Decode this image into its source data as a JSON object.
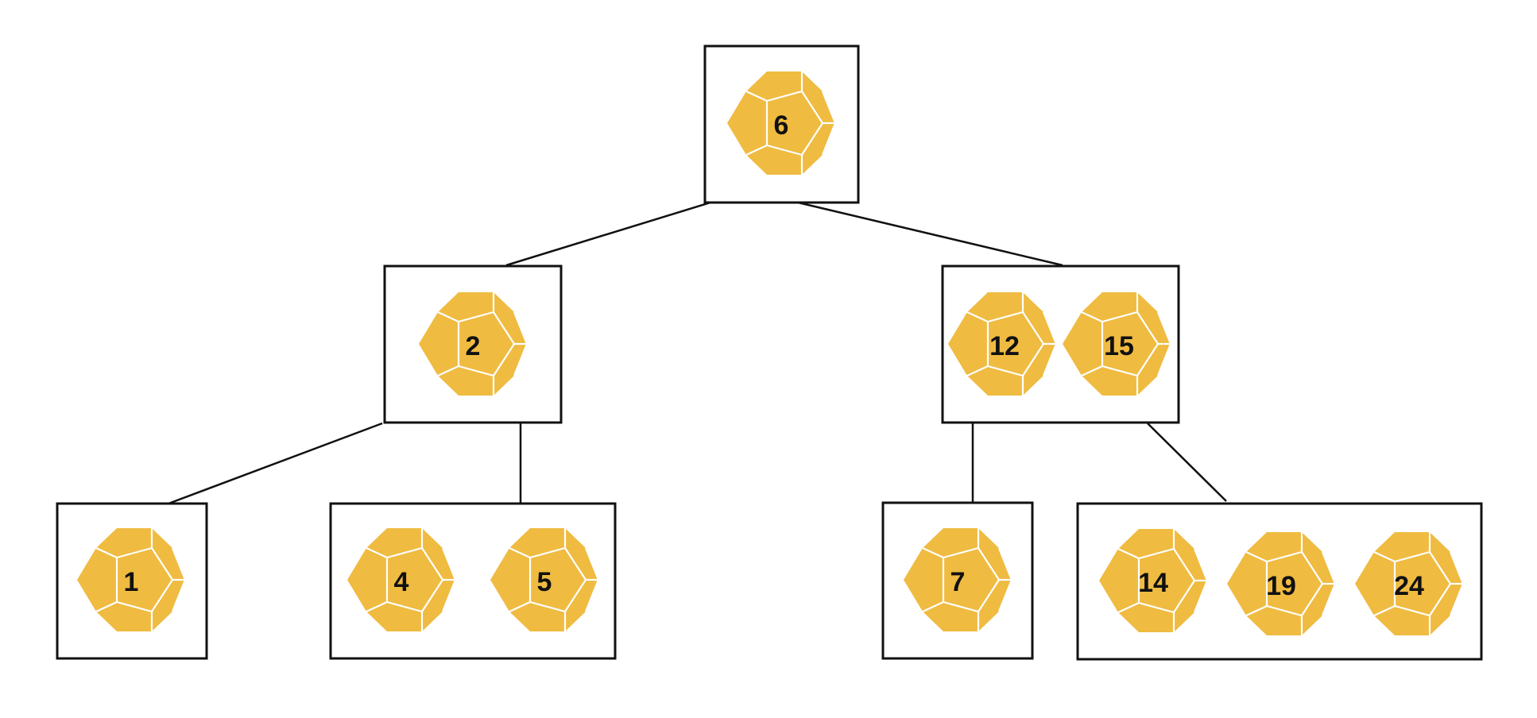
{
  "colors": {
    "die": "#efbb41",
    "die_lines": "#ffffff",
    "outline": "#111111",
    "background": "#ffffff"
  },
  "icon": "dodecahedron-die-icon",
  "nodes": [
    {
      "id": "root",
      "keys": [
        "6"
      ]
    },
    {
      "id": "left",
      "keys": [
        "2"
      ]
    },
    {
      "id": "right",
      "keys": [
        "12",
        "15"
      ]
    },
    {
      "id": "leaf-1",
      "keys": [
        "1"
      ]
    },
    {
      "id": "leaf-2",
      "keys": [
        "4",
        "5"
      ]
    },
    {
      "id": "leaf-3",
      "keys": [
        "7"
      ]
    },
    {
      "id": "leaf-4",
      "keys": [
        "14",
        "19",
        "24"
      ]
    }
  ],
  "edges": [
    {
      "from": "root",
      "to": "left"
    },
    {
      "from": "root",
      "to": "right"
    },
    {
      "from": "left",
      "to": "leaf-1"
    },
    {
      "from": "left",
      "to": "leaf-2"
    },
    {
      "from": "right",
      "to": "leaf-3"
    },
    {
      "from": "right",
      "to": "leaf-4"
    }
  ]
}
